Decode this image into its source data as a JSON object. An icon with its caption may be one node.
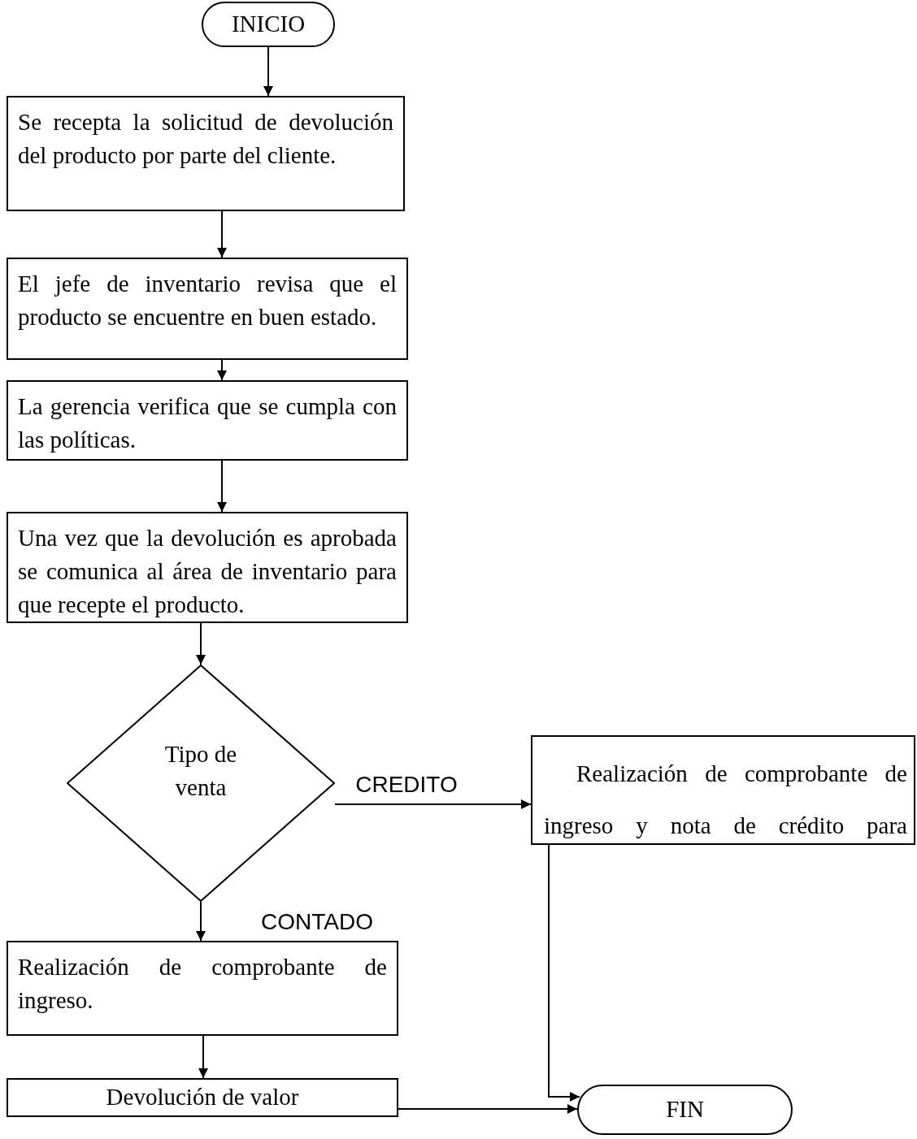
{
  "diagram": {
    "nodes": [
      {
        "text": [
          "INICIO"
        ]
      },
      {
        "text": [
          "Se recepta la solicitud de devolución del producto por parte del cliente."
        ]
      },
      {
        "text": [
          "El jefe de inventario revisa que el producto se encuentre en buen estado."
        ]
      },
      {
        "text": [
          "La gerencia verifica que se cumpla con las políticas."
        ]
      },
      {
        "text": [
          "Una vez que la devolución es aprobada se comunica al área de inventario para que recepte el producto."
        ]
      },
      {
        "text": [
          "Tipo de venta"
        ]
      },
      {
        "text": [
          "Realización de comprobante de ingreso y nota de crédito para"
        ]
      },
      {
        "text": [
          "Realización de comprobante de ingreso."
        ]
      },
      {
        "text": [
          "Devolución de valor"
        ]
      },
      {
        "text": [
          "FIN"
        ]
      }
    ],
    "edges": [
      {
        "from": 0,
        "to": 1,
        "arrow": "to"
      },
      {
        "from": 1,
        "to": 2,
        "arrow": "to"
      },
      {
        "from": 2,
        "to": 3,
        "arrow": "to"
      },
      {
        "from": 3,
        "to": 4,
        "arrow": "to"
      },
      {
        "from": 4,
        "to": 5,
        "arrow": "to"
      },
      {
        "from": 5,
        "to": 6,
        "arrow": "to",
        "label": "CREDITO"
      },
      {
        "from": 5,
        "to": 7,
        "arrow": "to",
        "label": "CONTADO"
      },
      {
        "from": 7,
        "to": 8,
        "arrow": "to"
      },
      {
        "from": 8,
        "to": 9,
        "arrow": "to"
      },
      {
        "from": 6,
        "to": 9,
        "arrow": "to"
      }
    ]
  }
}
